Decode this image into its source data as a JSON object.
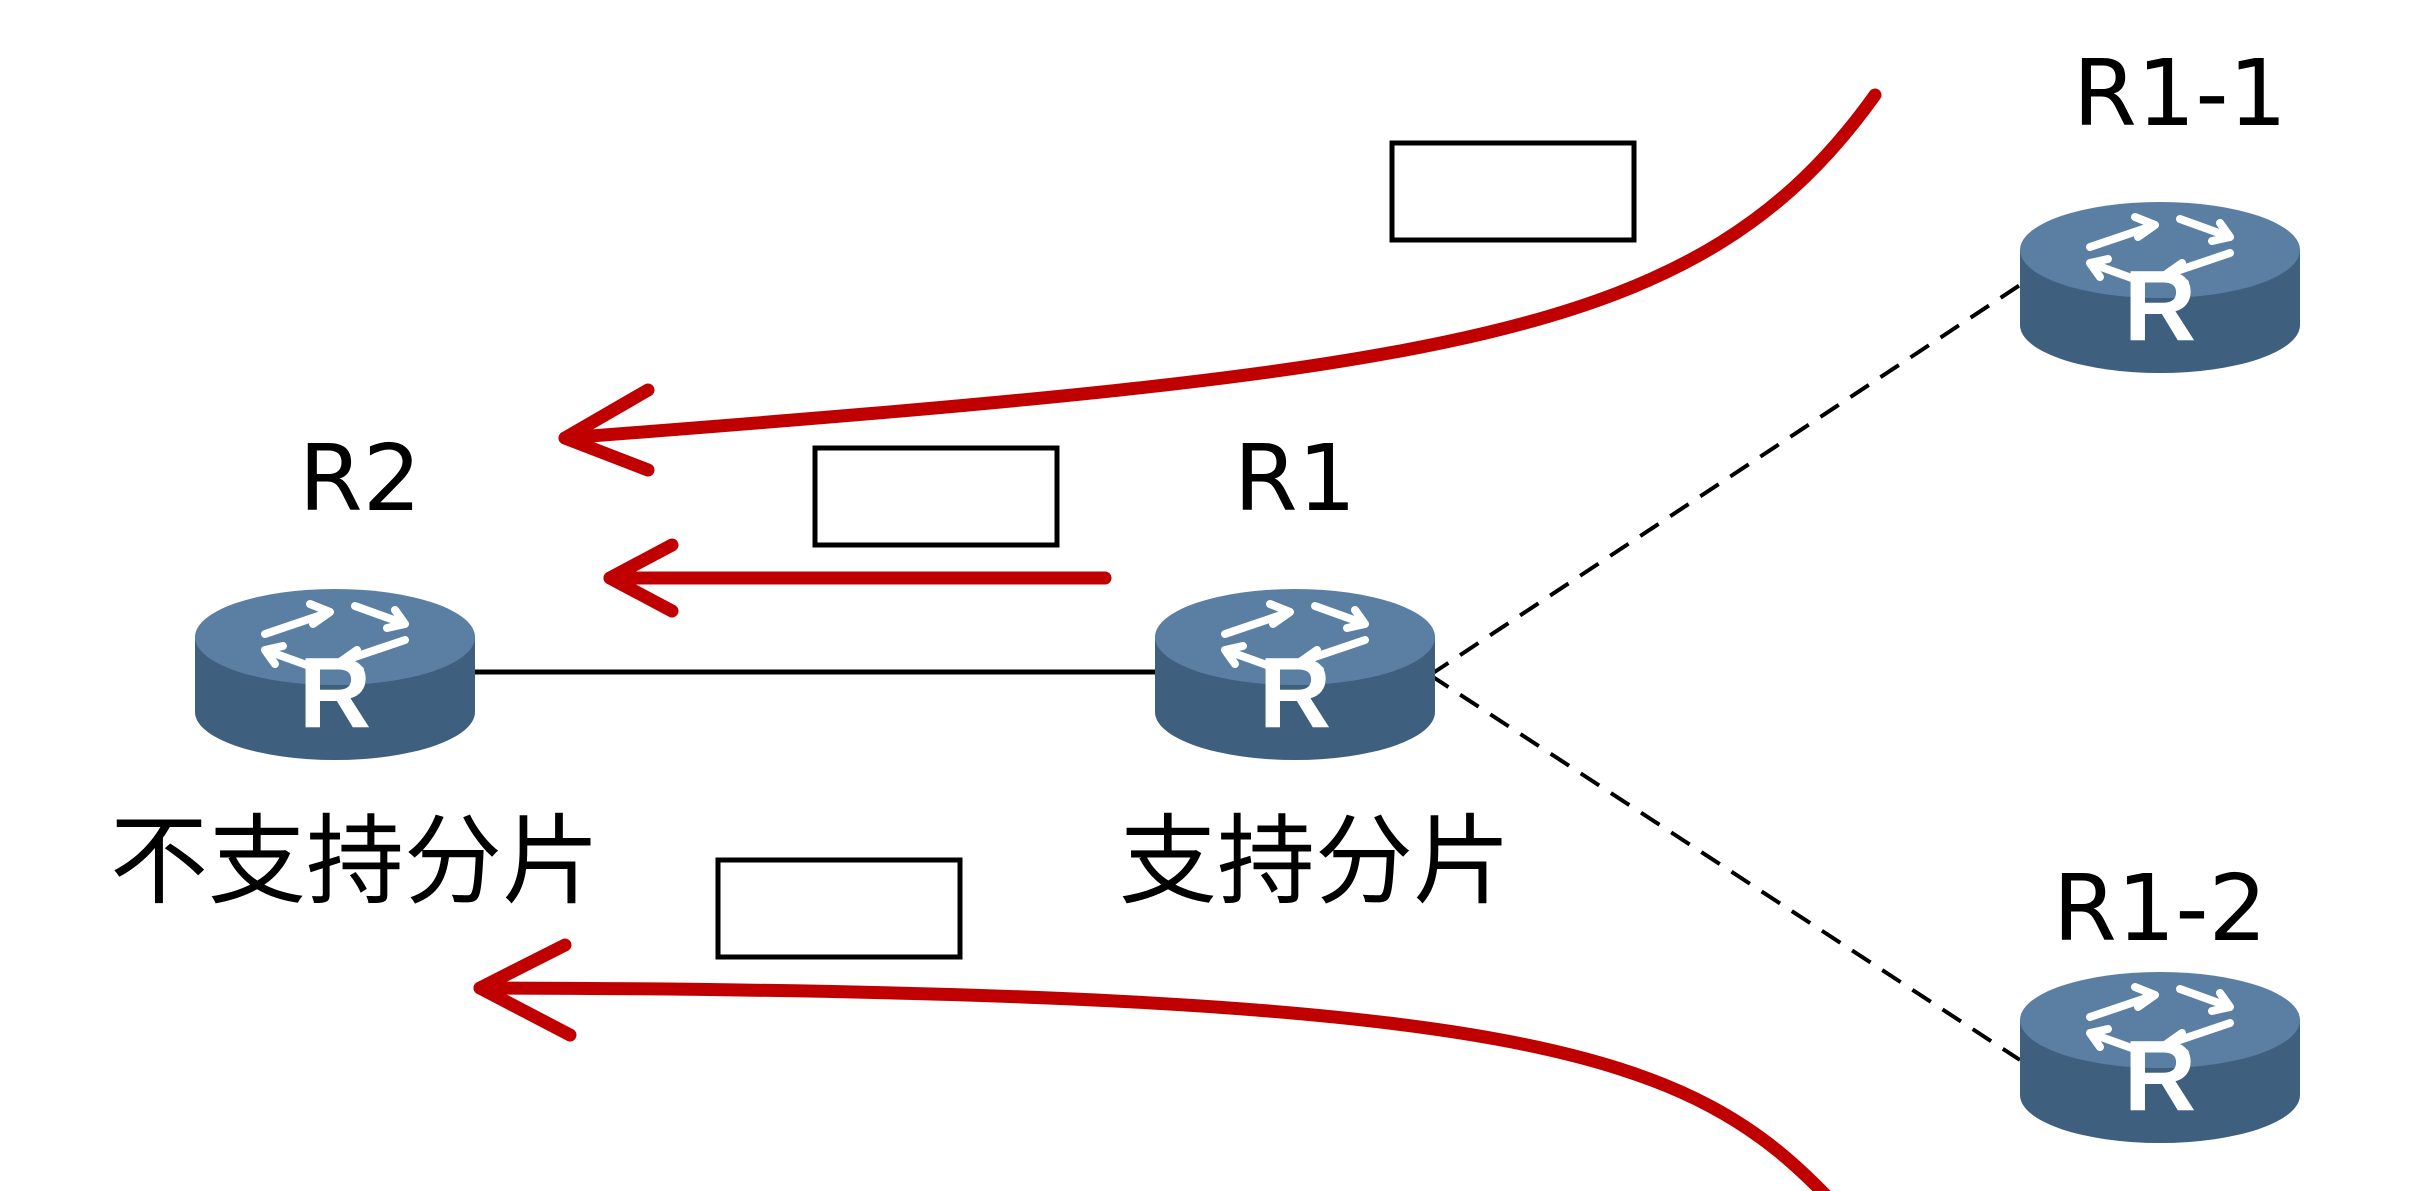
{
  "colors": {
    "flow_arrow": "#c00000",
    "router_side": "#3f5f7f",
    "router_top": "#5a7fa3",
    "router_letter": "#ffffff",
    "link": "#000000",
    "background": "#ffffff"
  },
  "nodes": {
    "r2": {
      "name": "R2",
      "note": "不支持分片",
      "icon": "router-icon"
    },
    "r1": {
      "name": "R1",
      "note": "支持分片",
      "icon": "router-icon"
    },
    "r1_1": {
      "name": "R1-1",
      "icon": "router-icon"
    },
    "r1_2": {
      "name": "R1-2",
      "icon": "router-icon"
    }
  },
  "router_glyph": "R",
  "links": [
    {
      "from": "R2",
      "to": "R1",
      "style": "solid"
    },
    {
      "from": "R1",
      "to": "R1-1",
      "style": "dashed"
    },
    {
      "from": "R1",
      "to": "R1-2",
      "style": "dashed"
    }
  ],
  "flows": [
    {
      "from": "R1-1",
      "to": "R2",
      "label": ""
    },
    {
      "from": "R1",
      "to": "R2",
      "label": ""
    },
    {
      "from": "R1-2",
      "to": "R2",
      "label": ""
    }
  ]
}
